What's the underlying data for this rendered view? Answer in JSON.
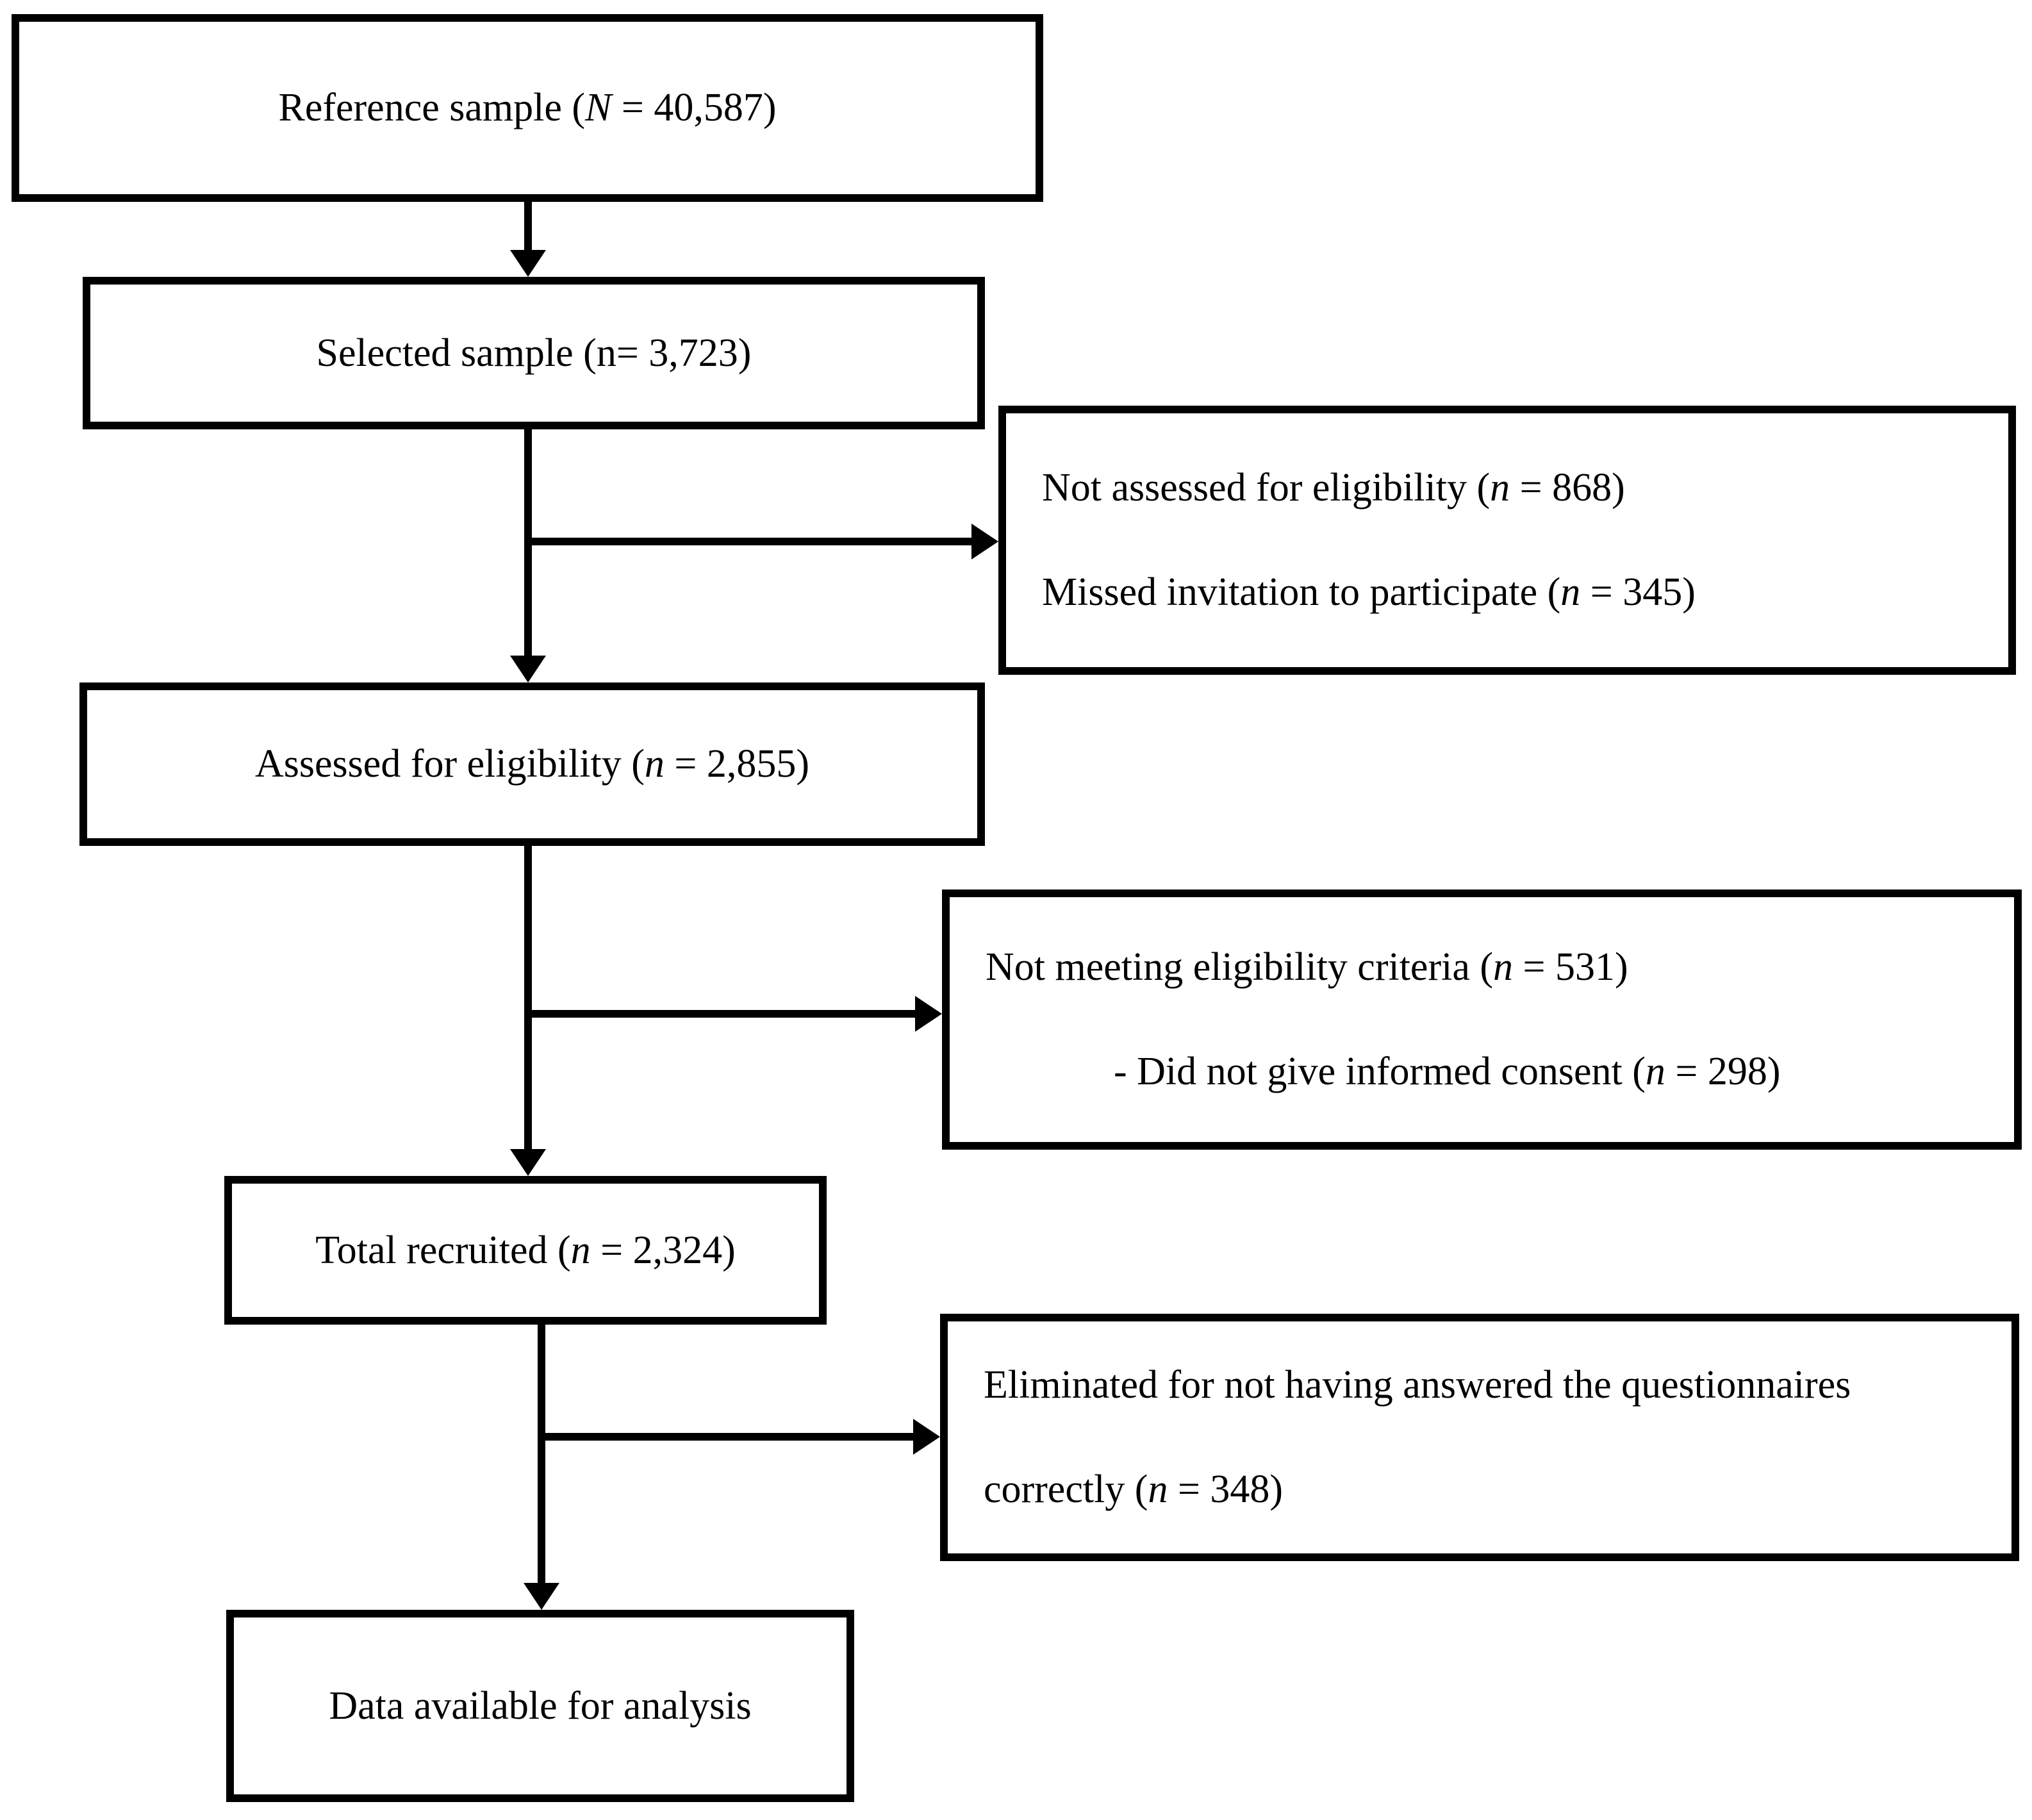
{
  "diagram": {
    "type": "participant-flowchart",
    "background_color": "#ffffff",
    "line_color": "#000000",
    "nodes": {
      "reference": {
        "seg1": "Reference sample (",
        "n": "N",
        "seg3": " = 40,587)"
      },
      "selected": {
        "seg1": "Selected sample (n= 3,723)"
      },
      "assessed": {
        "seg1": "Assessed for eligibility (",
        "n": "n",
        "seg3": " = 2,855)"
      },
      "recruited": {
        "seg1": "Total recruited (",
        "n": "n",
        "seg3": " = 2,324)"
      },
      "available": {
        "seg1": "Data available for analysis"
      },
      "not_assessed": {
        "line1": {
          "seg1": "Not assessed for eligibility (",
          "n": "n",
          "seg3": " = 868)"
        },
        "line2": {
          "seg1": "Missed invitation to participate (",
          "n": "n",
          "seg3": " = 345)"
        }
      },
      "not_meeting": {
        "line1": {
          "seg1": "Not meeting eligibility criteria (",
          "n": "n",
          "seg3": " = 531)"
        },
        "line2": {
          "seg1": "- Did not give informed consent (",
          "n": "n",
          "seg3": " = 298)"
        }
      },
      "eliminated": {
        "line1": {
          "seg1": "Eliminated for not having answered the questionnaires"
        },
        "line2": {
          "seg1": "correctly (",
          "n": "n",
          "seg3": " = 348)"
        }
      }
    }
  }
}
